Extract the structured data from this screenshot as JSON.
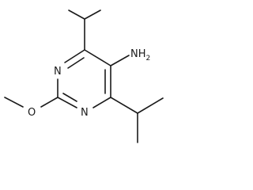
{
  "molecule": {
    "atoms": {
      "amine": "NH",
      "amine_subscript": "2",
      "ring_n_upper": "N",
      "ring_n_lower": "N",
      "ether_o": "O"
    }
  }
}
